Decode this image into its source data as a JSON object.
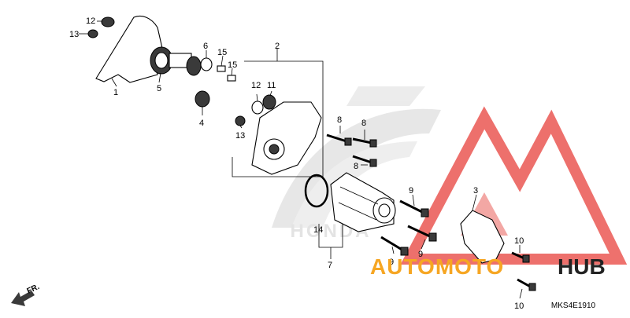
{
  "labels": {
    "p1": "1",
    "p2": "2",
    "p3": "3",
    "p4": "4",
    "p5": "5",
    "p6": "6",
    "p7": "7",
    "p8a": "8",
    "p8b": "8",
    "p8c": "8",
    "p9a": "9",
    "p9b": "9",
    "p9c": "9",
    "p10a": "10",
    "p10b": "10",
    "p11": "11",
    "p12a": "12",
    "p12b": "12",
    "p13a": "13",
    "p13b": "13",
    "p14": "14",
    "p15a": "15",
    "p15b": "15"
  },
  "diagram_code": "MKS4E1910",
  "front_marker": "FR.",
  "watermark": {
    "brand_part1": "AUTOMOTO",
    "brand_part2": "HUB",
    "color_red": "#e8413c",
    "color_orange": "#f6a623",
    "color_dark": "#222222"
  },
  "background_brand": "HONDA"
}
